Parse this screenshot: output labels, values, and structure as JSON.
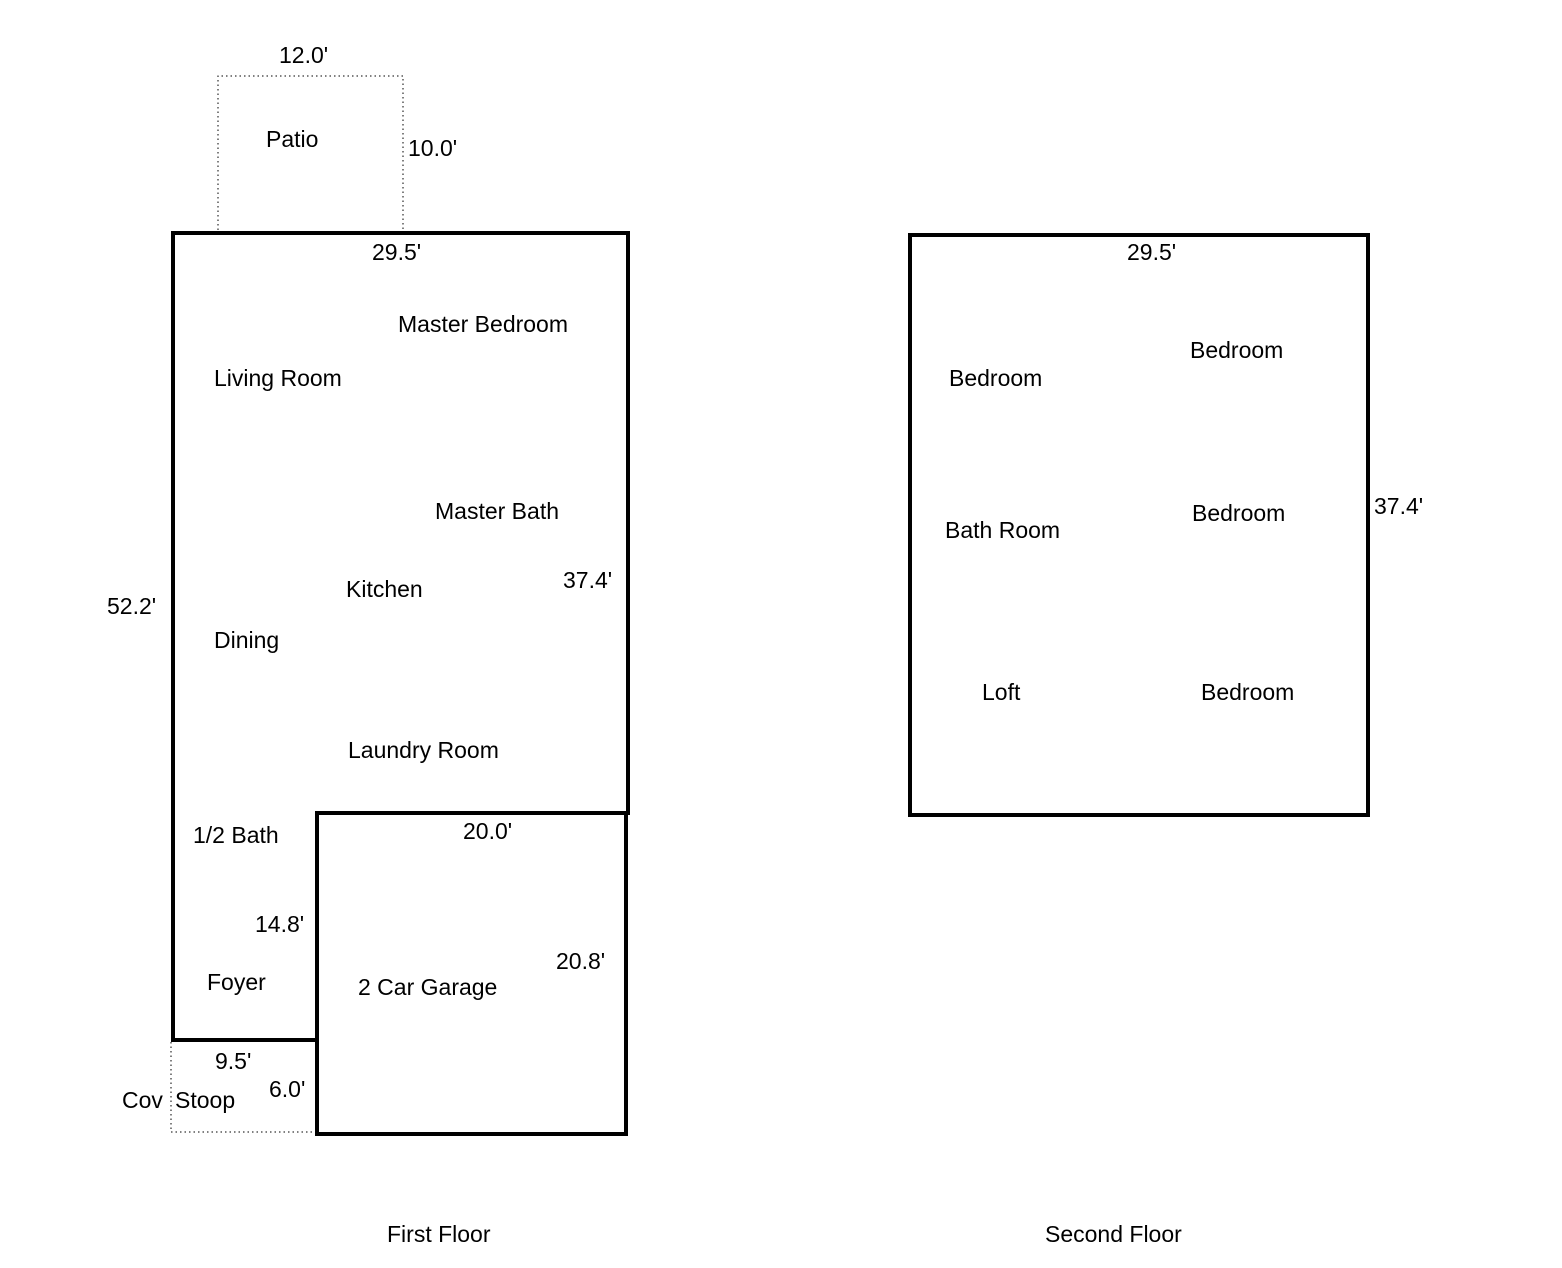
{
  "first_floor": {
    "caption": "First Floor",
    "patio": {
      "label": "Patio",
      "width": "12.0'",
      "depth": "10.0'"
    },
    "main": {
      "width": "29.5'",
      "height": "52.2'",
      "right_height": "37.4'"
    },
    "rooms": {
      "master_bedroom": "Master Bedroom",
      "living_room": "Living Room",
      "master_bath": "Master Bath",
      "kitchen": "Kitchen",
      "dining": "Dining",
      "laundry_room": "Laundry Room",
      "half_bath": "1/2 Bath",
      "foyer": "Foyer",
      "garage": "2 Car Garage"
    },
    "garage_dims": {
      "width": "20.0'",
      "height": "20.8'"
    },
    "foyer_dims": {
      "height": "14.8'"
    },
    "stoop": {
      "label_left": "Cov",
      "label_right": "Stoop",
      "width": "9.5'",
      "depth": "6.0'"
    }
  },
  "second_floor": {
    "caption": "Second Floor",
    "dims": {
      "width": "29.5'",
      "height": "37.4'"
    },
    "rooms": {
      "bedroom_left_top": "Bedroom",
      "bedroom_right_top": "Bedroom",
      "bath_room": "Bath Room",
      "bedroom_right_mid": "Bedroom",
      "loft": "Loft",
      "bedroom_right_bottom": "Bedroom"
    }
  }
}
